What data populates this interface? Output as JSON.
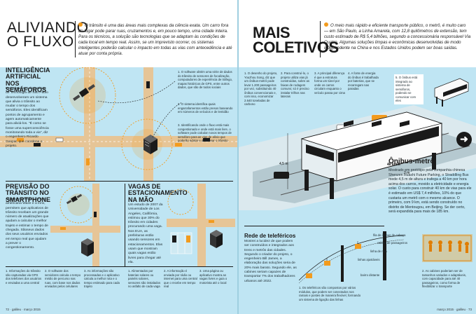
{
  "left": {
    "title_line1": "ALIVIANDO",
    "title_line2": "O FLUXO",
    "intro": "O trânsito é uma das áreas mais complexas da ciência exata. Um carro fora do lugar pode parar ruas, cruzamentos e, em pouco tempo, uma cidade inteira. Para os técnicos, a solução são tecnologias que se adaptam às condições de cada local em tempo real. Assim, se um imprevisto ocorrer, os sistemas inteligentes poderão calcular o impacto em todas as vias com antecedência e até atuar por conta própria.",
    "s1_title": "Inteligência artificial nos semáforos",
    "s1_body": "Pesquisadores do Instituto de Tecnologia de São Paulo desenvolveram um sistema que alivia o trânsito ao mudar o tempo dos semáforos. Eles identificam pontos de agrupamento e agem automaticamente para aliviá-los. \"É como se fosse uma superconsciência monitorando toda a via\", diz o engenheiro Ricardo Gaspar, que coordena o projeto.",
    "s1_notes": [
      "1. O software obtém uma série de dados do trânsito de sensores de focalização, computadores de experiência de tráfego, mapas históricos de GPS, entre outros dados, que são de todos sociais",
      "2. O sistema identifica quais engarrafamentos estão presos baseando em números de veículos e de lentidão",
      "3. Identificando onde o fluxo está mais congestionado e onde está mais livre, o software pode calcular novos tempos de semáforo para as vias de alívio que poderão adotar e direcionar o trânsito"
    ],
    "s2_title": "Previsão do trânsito no smartphone",
    "s2_body": "Alguns empresas, como a americana Waze e a Inrix, permitem que aplicativos de trânsito recebam um grande número de atualizações que ajudam a calcular o melhor trajeto e estimar o tempo de chegada. Sãoseus dados dos seus usuários enviados em tempo real que ajudam a prever o congestionamento.",
    "s3_title": "Vagas de estacionamento na mão",
    "s3_body": "Um estudo de 2007 da Universidade de Los Angeles, Califórnia, estimou que 30% do trânsito em cidades procurando uma vaga. Nos EUA, as prefeituras estão usando sensores em estacionamentos. Elas usam que mostram quais vagas estão livres para chegar até ela.",
    "s2_notes": [
      "1. Informações do trânsito são capturadas via GPS dos telefones dos usuários e enviadas a uma central",
      "2. O software dos servidores calcula o tempo médio de percurso nas ruas, com base nos dados enviados pelos celulares",
      "3. As informações são processadas e o aplicativo calcula a melhor rota e o tempo estimado para cada trajeto"
    ],
    "s3_notes": [
      "1. Alimentados por baterias solares ou painéis solares, sensores são instalados no asfalto de cada vaga",
      "2. A informação é enviada por rádio ou internet para uma central que o recebe em tempo real",
      "3. Uma página ou aplicativo mostra as vagas livres e guia o motorista até o local"
    ],
    "page_number": "72 · galileu · março 2015"
  },
  "right": {
    "title_line1": "MAIS",
    "title_line2": "COLETIVOS",
    "intro": "O meio mais rápido e eficiente transporte público, o metrô, é muito caro — em São Paulo, a Linha Amarela, com 12,8 quilômetros de extensão, tem custo estimado de R$ 5,4 bilhões, segundo a concessionária responsável Via Quatro. Algumas soluções limpas e econômicas desenvolvidas de modo independente na China e nos Estados Unidos podem ser boas saídas.",
    "bus_notes": [
      "1. O desenho do projeto, Youzhou Song, diz que um ônibus-metrô pode levar 1.200 passageiros por vez, substituindo 40 ônibus convencionais e, com isso, economizar 2.640 toneladas de carbono",
      "2. Para construí-lo, o projeto utiliza vias já construídas, sobre as faixas de rodagem comuns; só é preciso instalar trilhos nas laterais",
      "3. A principal diferença é que a estrutura forma um túnel por onde os carros circulam enquanto o veículo passa por cima",
      "4. A fonte de energia do ônibus é trabalhada por baterias, que se recarregam nas paradas",
      "5. O ônibus está integrado ao sistema de semáforos, podendo se comunicar com eles"
    ],
    "bus_title": "Ônibus-metrô",
    "bus_body": "Mostrado em protótipo pela companhia chinesa Shenzen Huashi Future Parking, o Straddling Bus mede 4,5 m de altura e trafega a 40 km por hora acima dos carros, movido a eletricidade e energia solar. O custo para construir 40 km de vias para ele é estimado em US$ 7,4 milhões, 10% do que custaria um metrô com o mesmo alcance. O primeiro, com 9 km, está sendo construído no distrito de Mentougou, em Beijing. Se der certo, será expandida para mais de 185 km.",
    "speed_label": "40 km/h",
    "height_label": "4,5 m",
    "width_label": "2 m",
    "cable_title": "Rede de teleféricos",
    "cable_body": "Mostrei a lucidez de que podem ser construídos e integrados aos trens e metrôs das cidades. Segundo o criador do projeto, o engenheiro Bill James, a elaboração das soluções seria de 20% mais barato. Segundo ele, as cabines seriam capazes de transportar 7% dos trabalhadores urbanos até 2022.",
    "cable_labels": [
      "fila de ônibus de cabeça",
      "cabine de passageiros",
      "linha de rota",
      "linhas ajustáveis",
      "bairro distante"
    ],
    "cable_notes": [
      "1. Os teleféricos são compostos por vários módulos, que podem ser conectados nos ramais e postes de maneira flexível, formando um sistema de ligação das linhas",
      "2. As cabines poderiam ser de tamanhos variados e adaptáveis, com capacidade para até 40 passageiros, como forma de flexibilizar o transporte"
    ],
    "page_number": "março 2015 · galileu · 73"
  },
  "next_arrow": "➜",
  "colors": {
    "accent": "#f29b1e",
    "background": "#bfe5f3",
    "dark": "#1a1a1a"
  }
}
